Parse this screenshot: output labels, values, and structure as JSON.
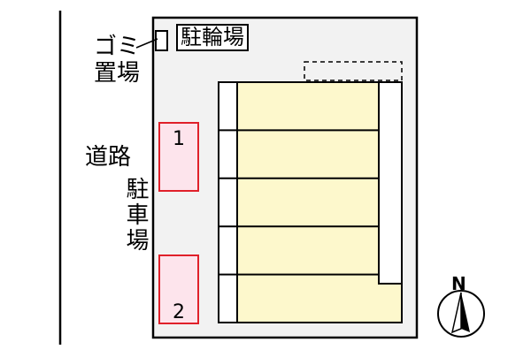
{
  "labels": {
    "road": "道路",
    "garbage_line1": "ゴミ",
    "garbage_line2": "置場",
    "bicycle_parking": "駐輪場",
    "car_parking": "駐車場",
    "north": "N"
  },
  "parking_spaces": [
    {
      "number": "1"
    },
    {
      "number": "2"
    }
  ],
  "units": [
    {},
    {},
    {},
    {},
    {}
  ],
  "colors": {
    "line": "#000000",
    "lot": "#f2f2f2",
    "building": "#fdf8cc",
    "parking_fill": "#fde4ec",
    "parking_border": "#e0202a",
    "white": "#ffffff"
  }
}
